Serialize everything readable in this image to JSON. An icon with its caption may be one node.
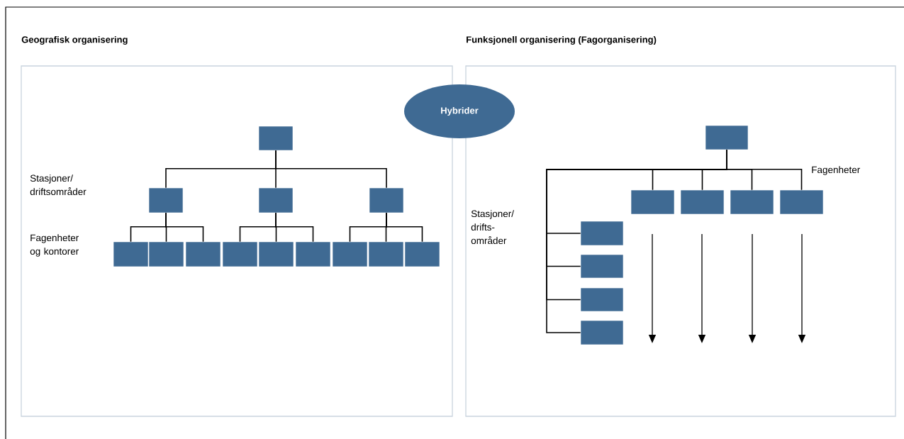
{
  "diagram": {
    "nodes": [
      {
        "text": [
          "Geografisk organisering"
        ]
      },
      {
        "text": [
          "Funksjonell organisering (Fagorganisering)"
        ]
      },
      {
        "text": [
          "Hybrider"
        ]
      },
      {
        "text": [],
        "shape": "box",
        "in": 0
      },
      {
        "text": [],
        "shape": "box",
        "in": 0
      },
      {
        "text": [],
        "shape": "box",
        "in": 0
      },
      {
        "text": [],
        "shape": "box",
        "in": 0
      },
      {
        "text": [],
        "shape": "box",
        "in": 0
      },
      {
        "text": [],
        "shape": "box",
        "in": 0
      },
      {
        "text": [],
        "shape": "box",
        "in": 0
      },
      {
        "text": [],
        "shape": "box",
        "in": 0
      },
      {
        "text": [],
        "shape": "box",
        "in": 0
      },
      {
        "text": [],
        "shape": "box",
        "in": 0
      },
      {
        "text": [],
        "shape": "box",
        "in": 0
      },
      {
        "text": [],
        "shape": "box",
        "in": 0
      },
      {
        "text": [],
        "shape": "box",
        "in": 0
      },
      {
        "text": [],
        "shape": "box",
        "in": 1
      },
      {
        "text": [],
        "shape": "box",
        "in": 1
      },
      {
        "text": [],
        "shape": "box",
        "in": 1
      },
      {
        "text": [],
        "shape": "box",
        "in": 1
      },
      {
        "text": [],
        "shape": "box",
        "in": 1
      },
      {
        "text": [],
        "shape": "box",
        "in": 1
      },
      {
        "text": [],
        "shape": "box",
        "in": 1
      },
      {
        "text": [],
        "shape": "box",
        "in": 1
      },
      {
        "text": [],
        "shape": "box",
        "in": 1
      }
    ],
    "edges": [
      {
        "from": 3,
        "to": 4,
        "arrow": "none"
      },
      {
        "from": 3,
        "to": 5,
        "arrow": "none"
      },
      {
        "from": 3,
        "to": 6,
        "arrow": "none"
      },
      {
        "from": 4,
        "to": 7,
        "arrow": "none"
      },
      {
        "from": 4,
        "to": 8,
        "arrow": "none"
      },
      {
        "from": 4,
        "to": 9,
        "arrow": "none"
      },
      {
        "from": 5,
        "to": 10,
        "arrow": "none"
      },
      {
        "from": 5,
        "to": 11,
        "arrow": "none"
      },
      {
        "from": 5,
        "to": 12,
        "arrow": "none"
      },
      {
        "from": 6,
        "to": 13,
        "arrow": "none"
      },
      {
        "from": 6,
        "to": 14,
        "arrow": "none"
      },
      {
        "from": 6,
        "to": 15,
        "arrow": "none"
      },
      {
        "from": 16,
        "to": 17,
        "arrow": "none"
      },
      {
        "from": 16,
        "to": 18,
        "arrow": "none"
      },
      {
        "from": 16,
        "to": 19,
        "arrow": "none"
      },
      {
        "from": 16,
        "to": 20,
        "arrow": "none"
      },
      {
        "from": 16,
        "to": 21,
        "arrow": "none"
      },
      {
        "from": 16,
        "to": 22,
        "arrow": "none"
      },
      {
        "from": 16,
        "to": 23,
        "arrow": "none"
      },
      {
        "from": 16,
        "to": 24,
        "arrow": "none"
      }
    ],
    "labels": [
      "Stasjoner/ driftsområder",
      "Fagenheter og kontorer",
      "Fagenheter",
      "Stasjoner/ drifts- områder"
    ]
  }
}
